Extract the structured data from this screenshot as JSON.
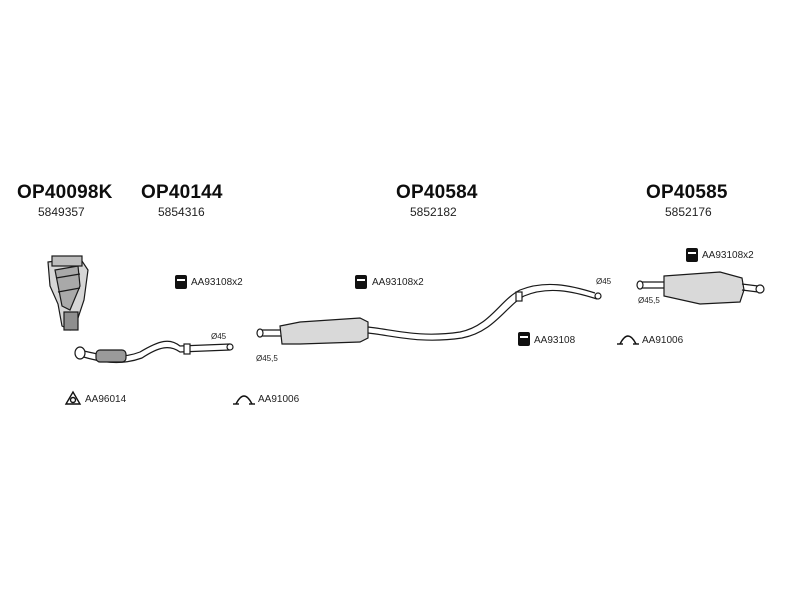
{
  "colors": {
    "line": "#1a1a1a",
    "shade": "#cfcfcf",
    "dark": "#111111"
  },
  "parts": [
    {
      "code": "OP40098K",
      "oe": "5849357"
    },
    {
      "code": "OP40144",
      "oe": "5854316"
    },
    {
      "code": "OP40584",
      "oe": "5852182"
    },
    {
      "code": "OP40585",
      "oe": "5852176"
    }
  ],
  "accessories": [
    {
      "label": "AA93108x2",
      "icon": "rubber-mount-icon"
    },
    {
      "label": "AA93108x2",
      "icon": "rubber-mount-icon"
    },
    {
      "label": "AA93108x2",
      "icon": "rubber-mount-icon"
    },
    {
      "label": "AA93108",
      "icon": "rubber-mount-icon"
    },
    {
      "label": "AA91006",
      "icon": "pipe-clamp-icon"
    },
    {
      "label": "AA96014",
      "icon": "gasket-ring-icon"
    },
    {
      "label": "AA91006",
      "icon": "pipe-clamp-icon"
    }
  ],
  "diameters": [
    "Ø45",
    "Ø45,5",
    "Ø45",
    "Ø45,5"
  ]
}
